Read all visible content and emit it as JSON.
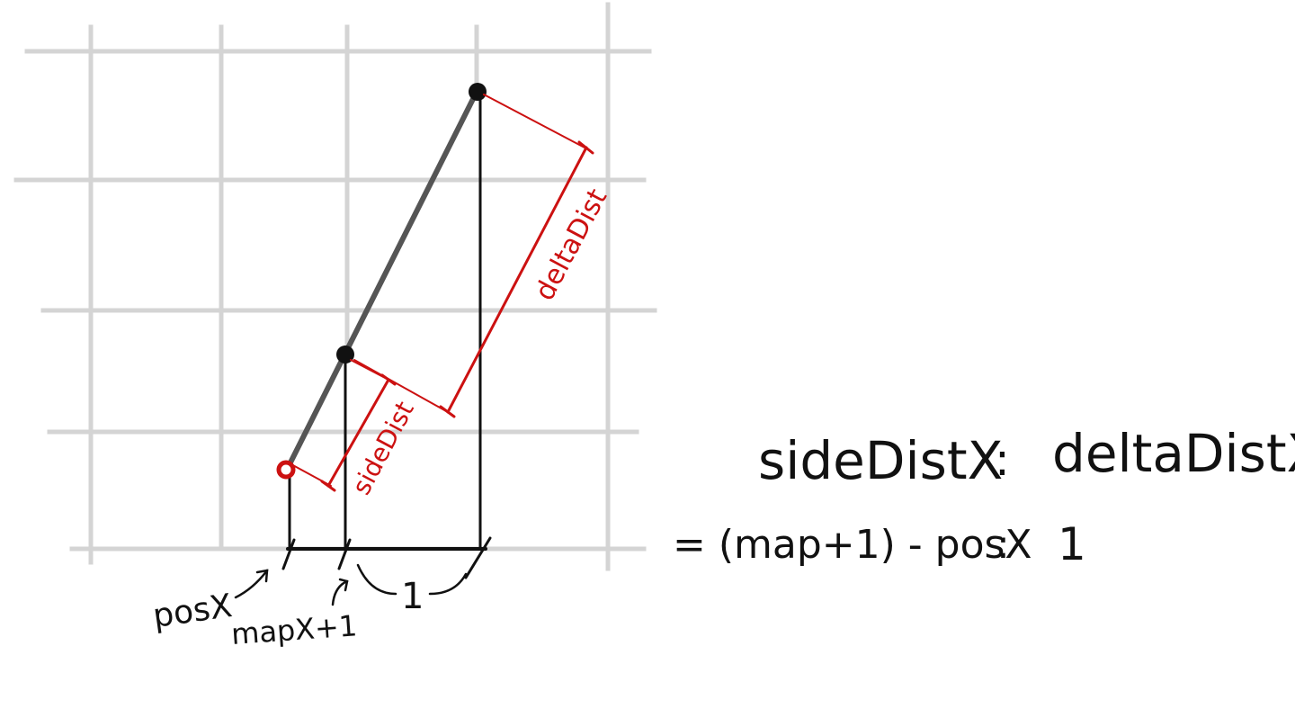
{
  "labels": {
    "posX": "posX",
    "mapX1": "mapX+1",
    "one": "1",
    "sideDist": "sideDist",
    "deltaDist": "deltaDist"
  },
  "equation": {
    "line1_left": "sideDistX",
    "line1_sep": ":",
    "line1_right": "deltaDistX",
    "line2_left": "= (map+1) - posX",
    "line2_sep": ":",
    "line2_right": "1"
  },
  "colors": {
    "grid": "#d4d4d4",
    "ink": "#111111",
    "ray": "#555555",
    "accent_red": "#cc1111"
  }
}
